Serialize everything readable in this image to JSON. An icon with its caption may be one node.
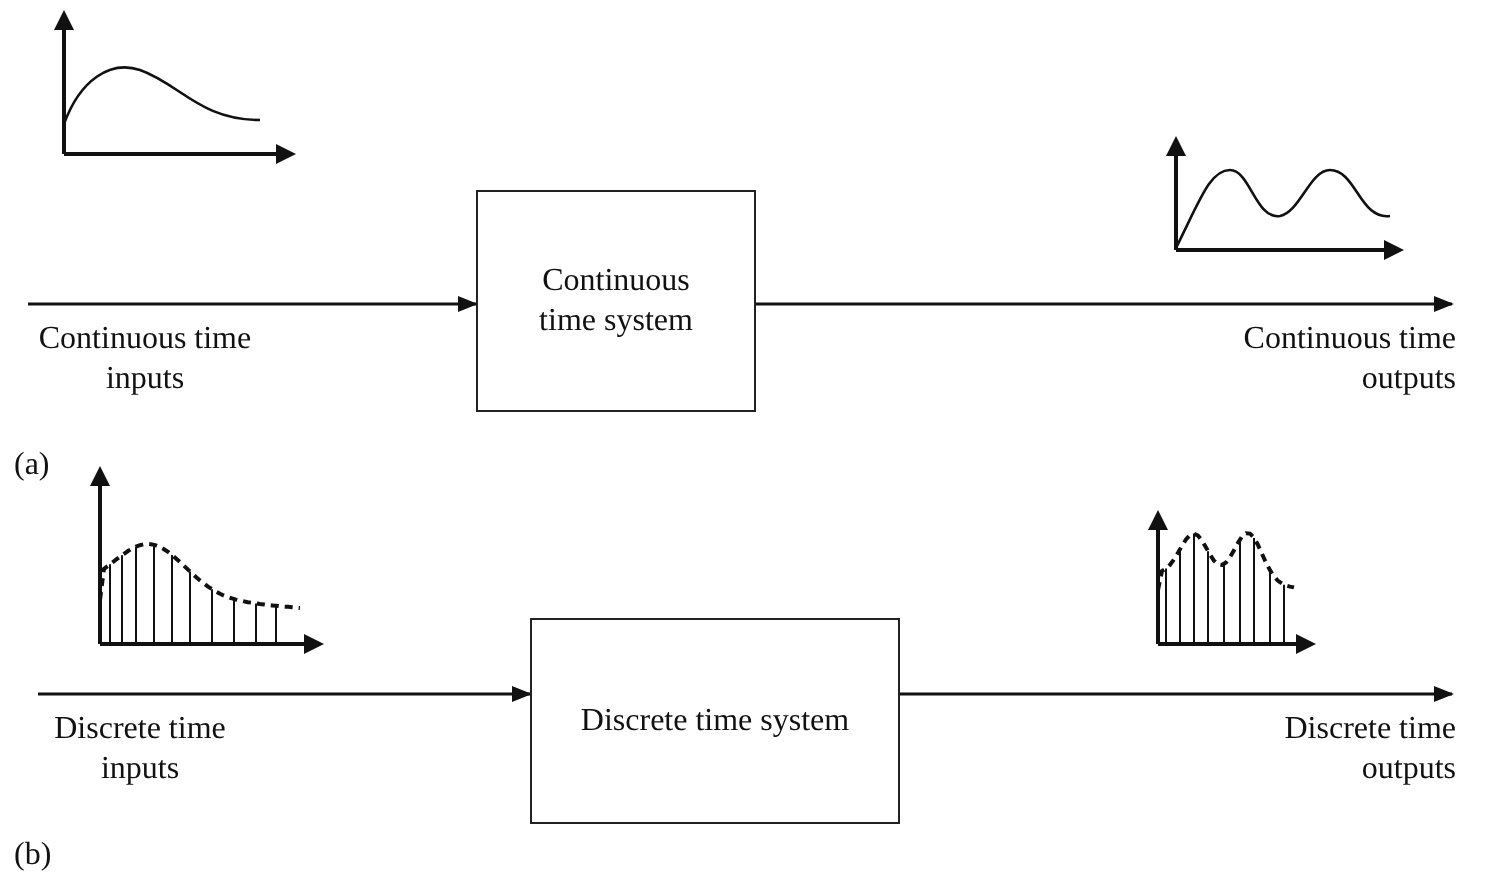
{
  "diagram": {
    "nodes": [
      {
        "text": [
          "Continuous time inputs"
        ]
      },
      {
        "text": [
          "Continuous time system"
        ]
      },
      {
        "text": [
          "Continuous time outputs"
        ]
      },
      {
        "text": [
          "Discrete time inputs"
        ]
      },
      {
        "text": [
          "Discrete time system"
        ]
      },
      {
        "text": [
          "Discrete time outputs"
        ]
      }
    ],
    "edges": [
      {
        "from": 0,
        "to": 1,
        "arrow": "to"
      },
      {
        "from": 1,
        "to": 2,
        "arrow": "to"
      },
      {
        "from": 3,
        "to": 4,
        "arrow": "to"
      },
      {
        "from": 4,
        "to": 5,
        "arrow": "to"
      }
    ],
    "labels": [
      "(a)",
      "(b)"
    ]
  }
}
